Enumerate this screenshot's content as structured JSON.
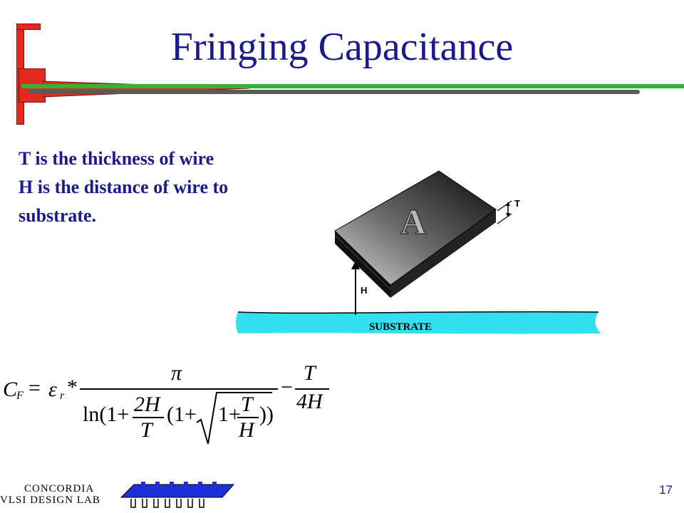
{
  "slide": {
    "title": "Fringing Capacitance",
    "description_lines": [
      "T is the thickness of wire",
      "H is the distance of wire to",
      "substrate."
    ],
    "page_number": "17"
  },
  "diagram": {
    "block_label": "A",
    "thickness_label": "T",
    "height_label": "H",
    "substrate_label": "SUBSTRATE"
  },
  "formula": {
    "lhs": "C",
    "lhs_sub": "F",
    "eq": "= ",
    "eps": "ε",
    "eps_sub": "r",
    "times": "*",
    "numerator": "π",
    "ln": "ln(1+",
    "two_h": "2H",
    "t_denom": "T",
    "open": "(1+",
    "one_plus": "1+",
    "t_inner": "T",
    "h_inner": "H",
    "close": "))",
    "minus": "−",
    "t_num2": "T",
    "four_h": "4H"
  },
  "footer": {
    "logo_line1": "CONCORDIA",
    "logo_line2": "VLSI DESIGN LAB"
  },
  "colors": {
    "title": "#1a1a8c",
    "rule_green": "#33b233",
    "deco_red": "#e42a1f",
    "substrate": "#33e0f0"
  }
}
